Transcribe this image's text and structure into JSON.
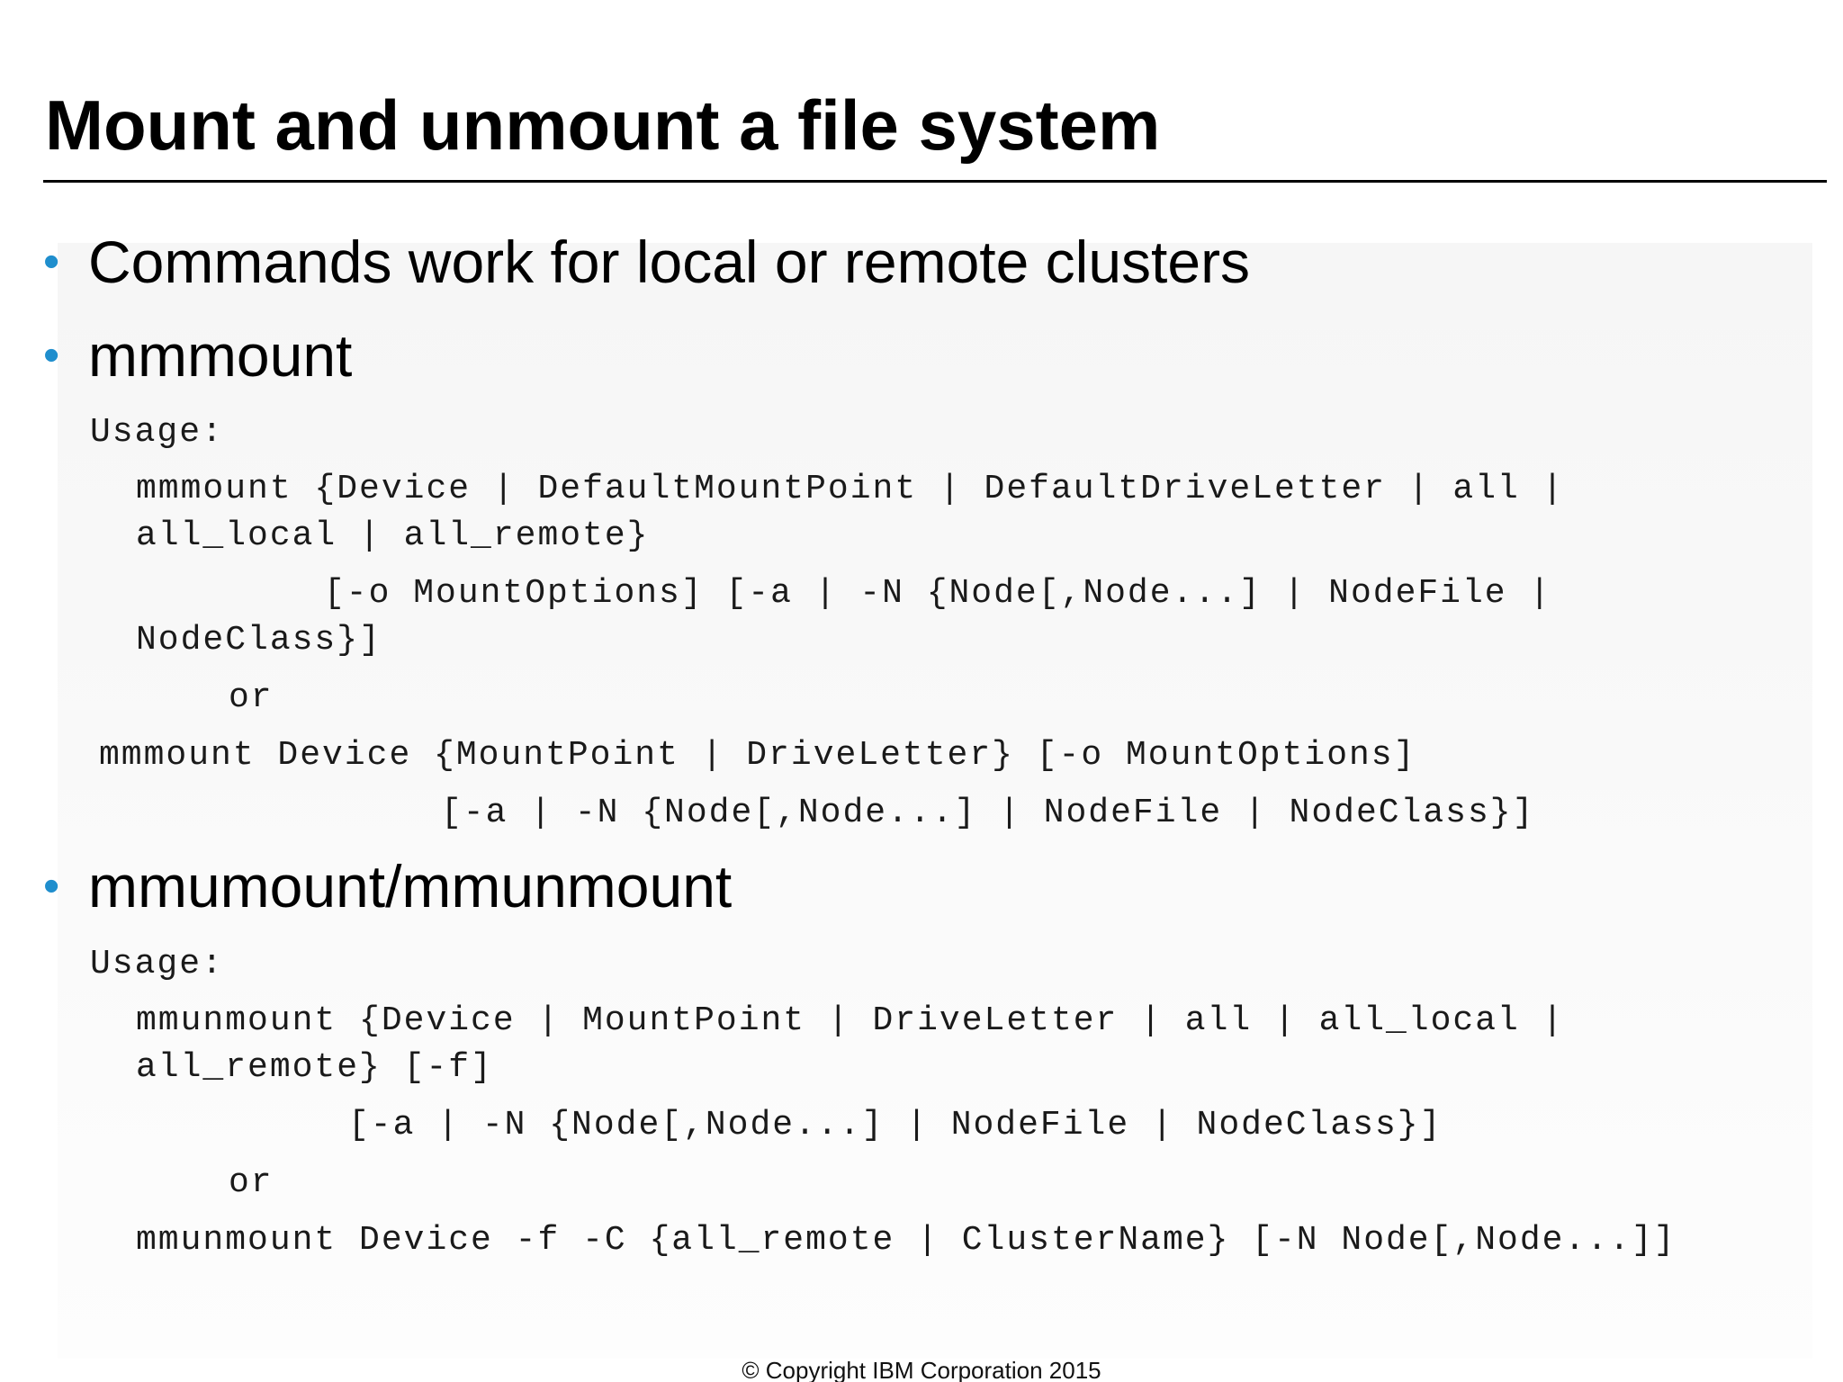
{
  "slide": {
    "title": "Mount and unmount a file system",
    "bullets": [
      "Commands work for local or remote clusters",
      "mmmount",
      "mmumount/mmunmount"
    ],
    "mount_usage": {
      "label": "Usage:",
      "line1": "mmmount {Device | DefaultMountPoint | DefaultDriveLetter | all |",
      "line2": "all_local | all_remote}",
      "line3": "[-o MountOptions] [-a | -N {Node[,Node...] | NodeFile |",
      "line4": "NodeClass}]",
      "or": "or",
      "line5": "mmmount Device {MountPoint | DriveLetter} [-o MountOptions]",
      "line6": "[-a | -N {Node[,Node...] | NodeFile | NodeClass}]"
    },
    "unmount_usage": {
      "label": "Usage:",
      "line1": "mmunmount {Device | MountPoint | DriveLetter | all | all_local |",
      "line2": "all_remote} [-f]",
      "line3": "[-a | -N {Node[,Node...] | NodeFile | NodeClass}]",
      "or": "or",
      "line4": "mmunmount Device -f -C {all_remote | ClusterName} [-N Node[,Node...]]"
    },
    "footer": "© Copyright IBM Corporation 2015",
    "colors": {
      "bullet": "#1f8ecd",
      "text": "#000000",
      "panel": "#f6f6f6"
    }
  }
}
